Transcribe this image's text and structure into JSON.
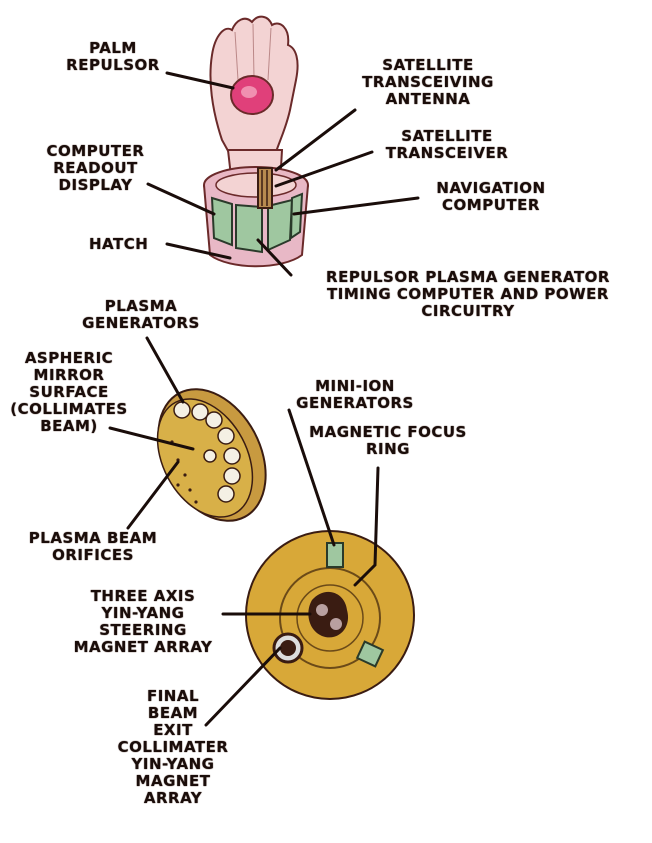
{
  "labels": {
    "palm_repulsor": "PALM\nREPULSOR",
    "satellite_antenna": "SATELLITE\nTRANSCEIVING\nANTENNA",
    "satellite_transceiver": "SATELLITE\nTRANSCEIVER",
    "computer_readout": "COMPUTER\nREADOUT\nDISPLAY",
    "navigation_computer": "NAVIGATION\nCOMPUTER",
    "hatch": "HATCH",
    "repulsor_plasma_generator": "REPULSOR PLASMA GENERATOR\nTIMING COMPUTER AND POWER\nCIRCUITRY",
    "plasma_generators": "PLASMA\nGENERATORS",
    "aspheric_mirror": "ASPHERIC\nMIRROR\nSURFACE\n(COLLIMATES\nBEAM)",
    "mini_ion": "MINI-ION\nGENERATORS",
    "magnetic_focus": "MAGNETIC FOCUS\nRING",
    "plasma_beam_orifices": "PLASMA BEAM\nORIFICES",
    "three_axis": "THREE AXIS\nYIN-YANG\nSTEERING\nMAGNET ARRAY",
    "final_beam": "FINAL\nBEAM\nEXIT\nCOLLIMATER\nYIN-YANG\nMAGNET\nARRAY"
  },
  "colors": {
    "ink": "#1a0d0a",
    "skin": "#f3d3d3",
    "gold": "#d8a838",
    "green": "#9fc7a0",
    "pink": "#e0407a"
  }
}
